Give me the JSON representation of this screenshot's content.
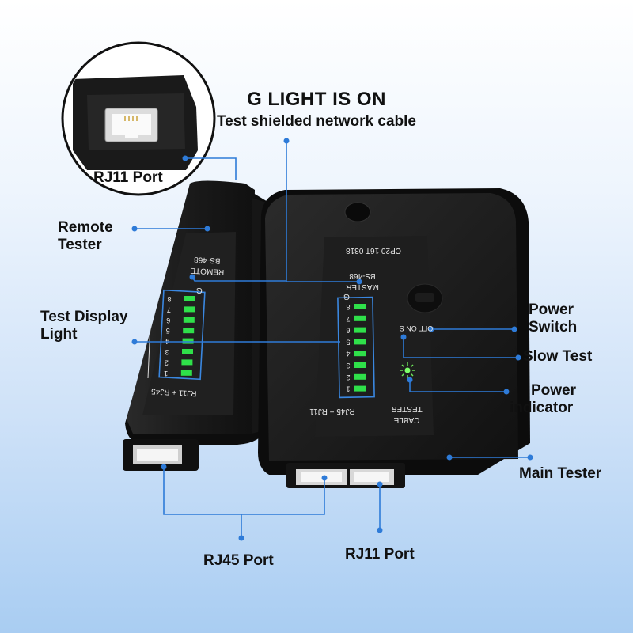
{
  "headline": {
    "title": "G LIGHT IS ON",
    "subtitle": "Test shielded network cable"
  },
  "labels": {
    "rj11_port_top": "RJ11 Port",
    "remote_tester": [
      "Remote",
      "Tester"
    ],
    "test_display_light": [
      "Test Display",
      "Light"
    ],
    "power_switch": [
      "Power",
      "Switch"
    ],
    "slow_test": "Slow Test",
    "power_indicator": [
      "Power",
      "indicator"
    ],
    "main_tester": "Main Tester",
    "rj45_port": "RJ45 Port",
    "rj11_port_bottom": "RJ11 Port"
  },
  "remote_device": {
    "model": "BS-468",
    "name": "REMOTE",
    "ground": "G",
    "led_numbers": [
      "8",
      "7",
      "6",
      "5",
      "4",
      "3",
      "2",
      "1"
    ],
    "port_text": "RJ11 + RJ45"
  },
  "main_device": {
    "serial": "CP20 16T 0318",
    "model": "BS-468",
    "name": "MASTER",
    "ground": "G",
    "led_numbers": [
      "8",
      "7",
      "6",
      "5",
      "4",
      "3",
      "2",
      "1"
    ],
    "switch_text": "OFF ON S",
    "brand_line1": "CABLE",
    "brand_line2": "TESTER",
    "port_text": "RJ45 + RJ11"
  },
  "colors": {
    "accent": "#2e7bd8",
    "led_green": "#2fe04a",
    "device": "#1b1b1b"
  }
}
